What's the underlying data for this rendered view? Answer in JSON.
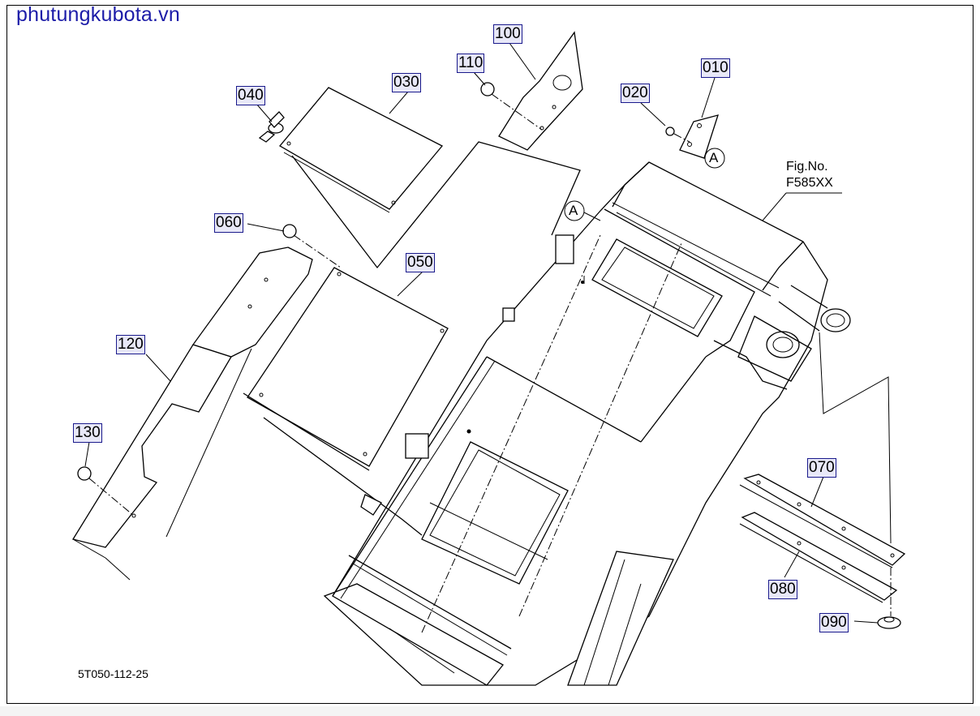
{
  "watermark": "phutungkubota.vn",
  "figure": {
    "label": "Fig.No.",
    "number": "F585XX"
  },
  "diagram_code": "5T050-112-25",
  "reference_marker": "A",
  "callouts": [
    "010",
    "020",
    "030",
    "040",
    "050",
    "060",
    "070",
    "080",
    "090",
    "100",
    "110",
    "120",
    "130"
  ]
}
